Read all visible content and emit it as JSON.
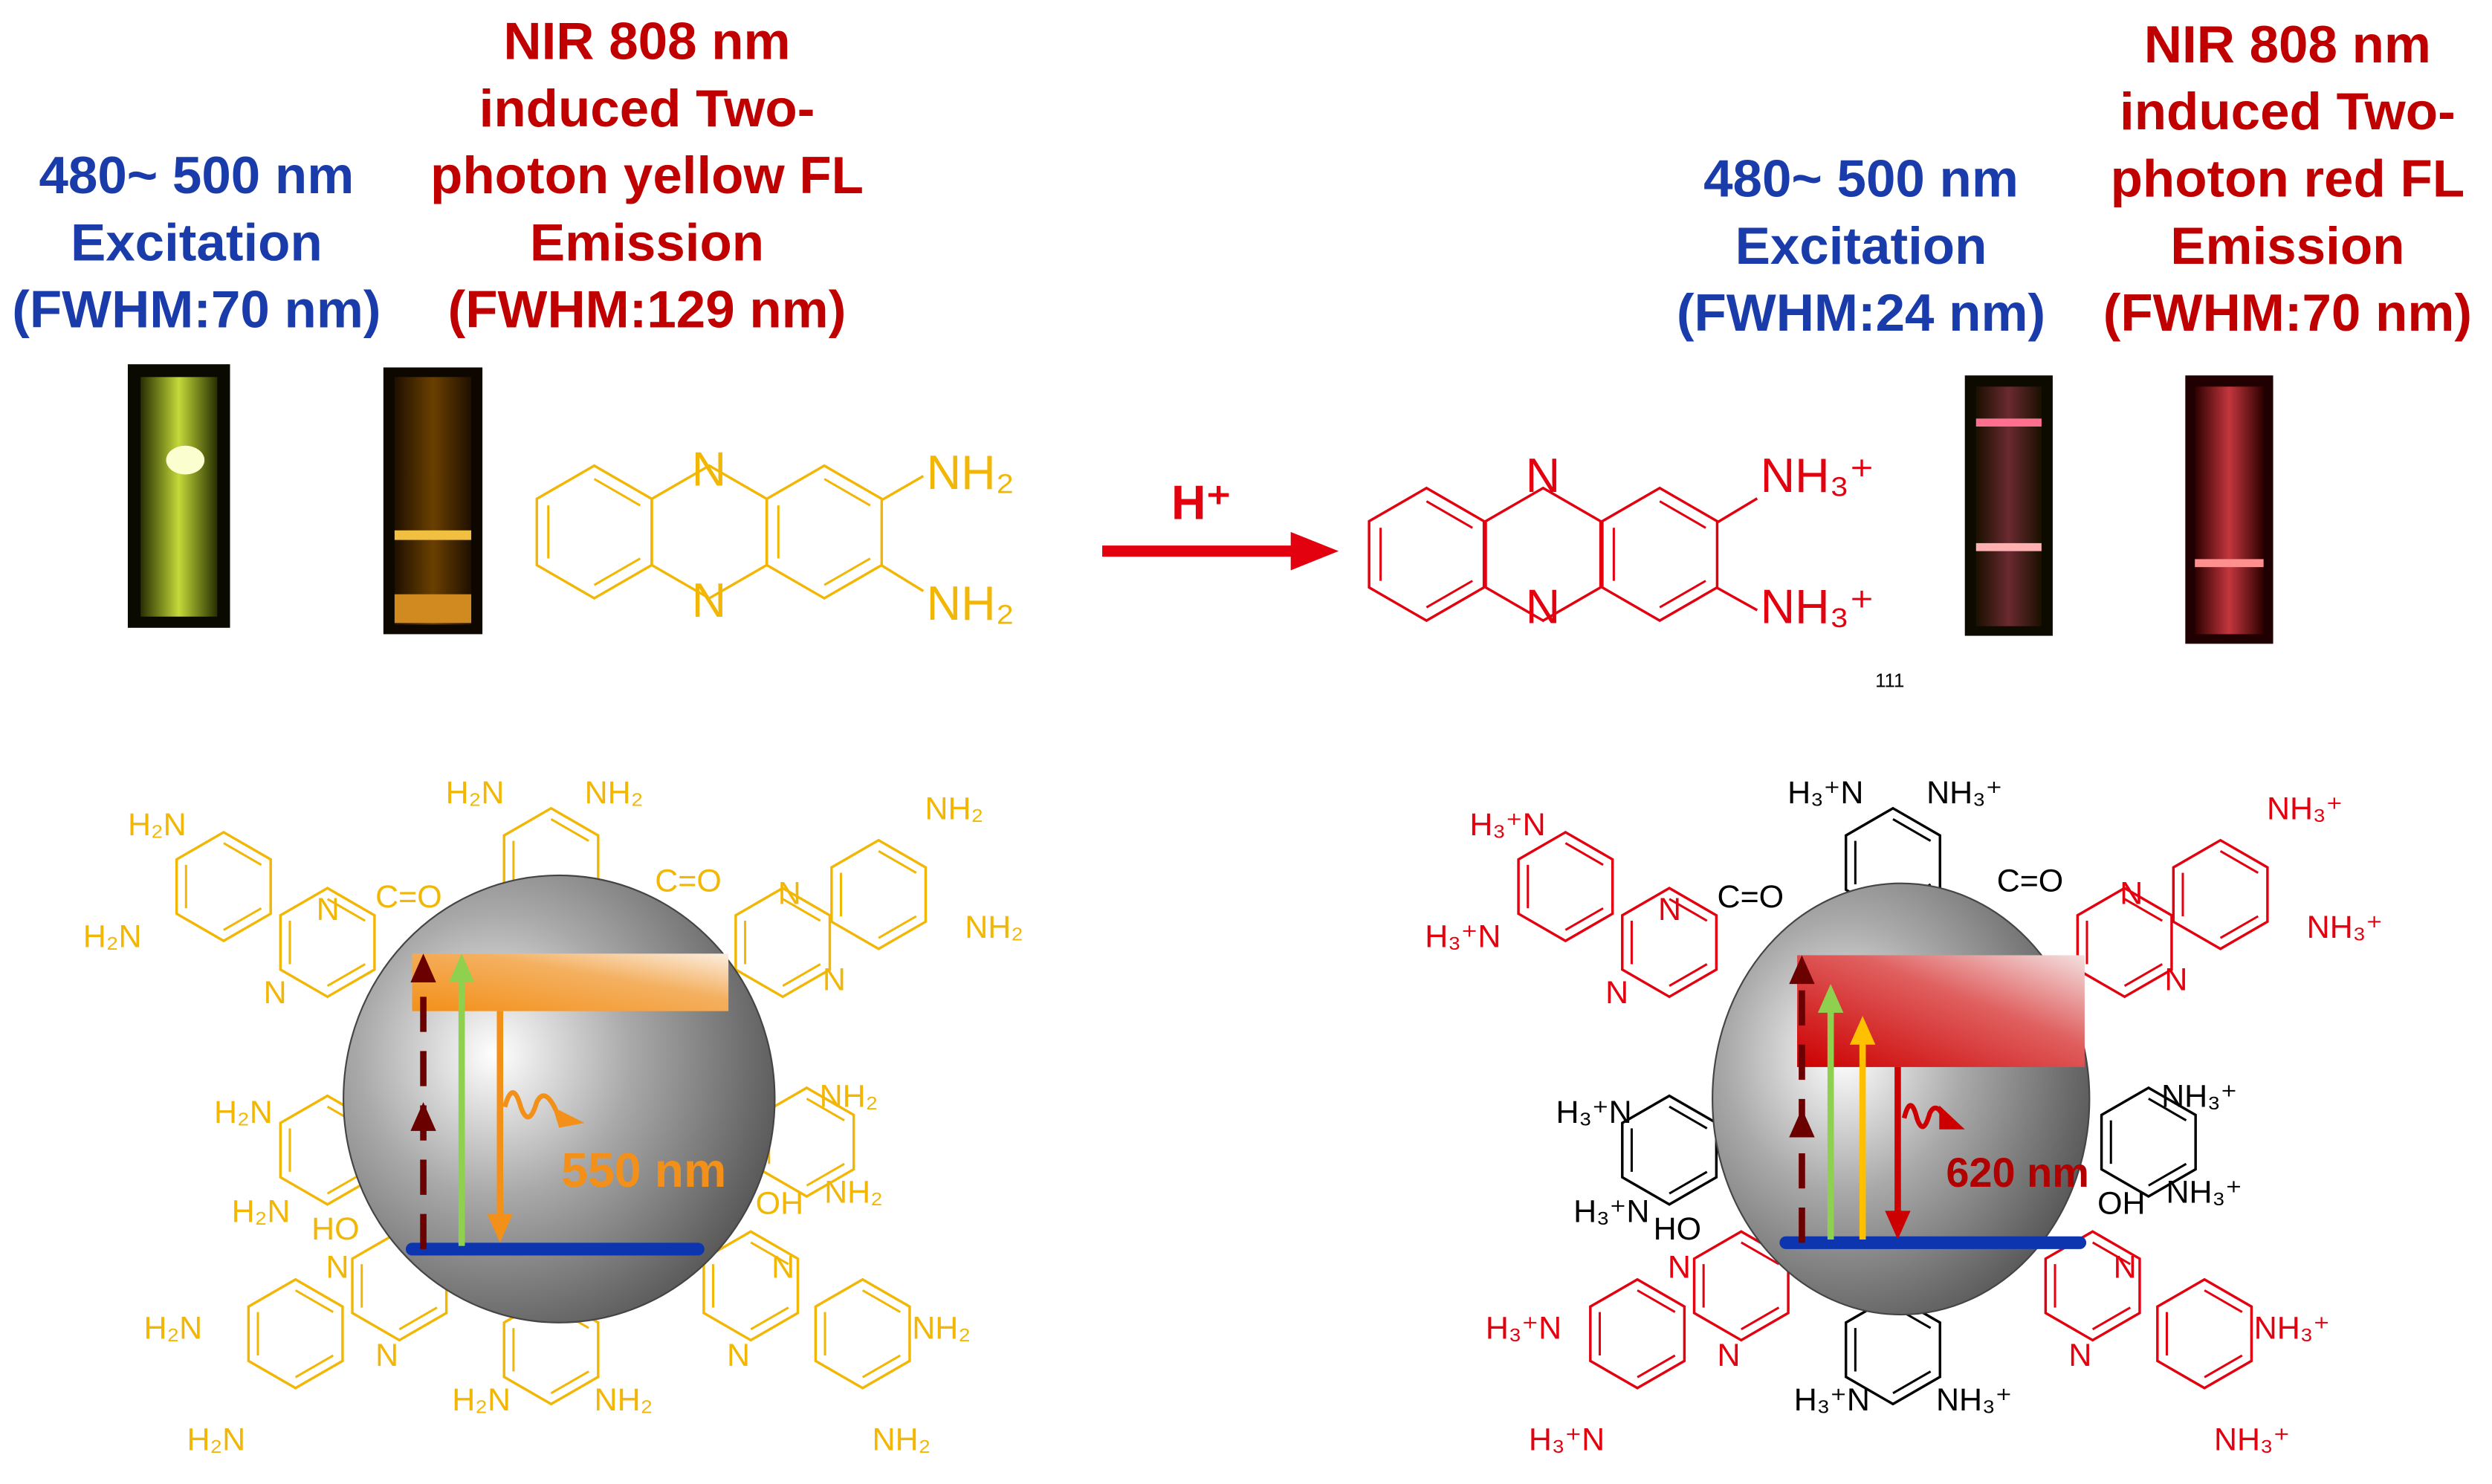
{
  "left_panel": {
    "excitation_lines": [
      "480~ 500 nm",
      "Excitation",
      "(FWHM:70 nm)"
    ],
    "emission_lines": [
      "NIR 808 nm",
      "induced Two-",
      "photon yellow FL",
      "Emission",
      "(FWHM:129 nm)"
    ],
    "molecule_labels": {
      "n_top": "N",
      "n_bottom": "N",
      "amine_top": "NH₂",
      "amine_bottom": "NH₂"
    },
    "wavelength_label": "550 nm",
    "surface_labels": [
      "H₂N",
      "H₂N",
      "N",
      "N",
      "C=O",
      "H₂N",
      "NH₂",
      "C=O",
      "N",
      "N",
      "NH₂",
      "NH₂",
      "H₂N",
      "H₂N",
      "HO",
      "NH₂",
      "NH₂",
      "OH",
      "N",
      "N",
      "N",
      "N",
      "H₂N",
      "H₂N",
      "H₂N",
      "NH₂",
      "NH₂",
      "NH₂"
    ]
  },
  "reaction": {
    "reagent": "H⁺"
  },
  "right_panel": {
    "excitation_lines": [
      "480~ 500 nm",
      "Excitation",
      "(FWHM:24 nm)"
    ],
    "emission_lines": [
      "NIR 808 nm",
      "induced Two-",
      "photon red FL",
      "Emission",
      "(FWHM:70 nm)"
    ],
    "molecule_labels": {
      "n_top": "N",
      "n_bottom": "N",
      "amine_top": "NH₃⁺",
      "amine_bottom": "NH₃⁺"
    },
    "footnote": "111",
    "wavelength_label": "620 nm",
    "surface_labels": [
      "H₃⁺N",
      "H₃⁺N",
      "N",
      "N",
      "C=O",
      "H₃⁺N",
      "NH₃⁺",
      "C=O",
      "N",
      "N",
      "NH₃⁺",
      "NH₃⁺",
      "H₃⁺N",
      "H₃⁺N",
      "HO",
      "NH₃⁺",
      "NH₃⁺",
      "OH",
      "N",
      "N",
      "N",
      "N",
      "H₃⁺N",
      "H₃⁺N",
      "H₃⁺N",
      "NH₃⁺",
      "NH₃⁺",
      "NH₃⁺"
    ]
  },
  "colors": {
    "blue_text": "#1a3caa",
    "red_text": "#c00000",
    "yellow_structure": "#f2b705",
    "red_structure": "#e3000f",
    "orange_band": "#f39019",
    "red_band": "#cc0000",
    "ground_state": "#0d35b0"
  }
}
